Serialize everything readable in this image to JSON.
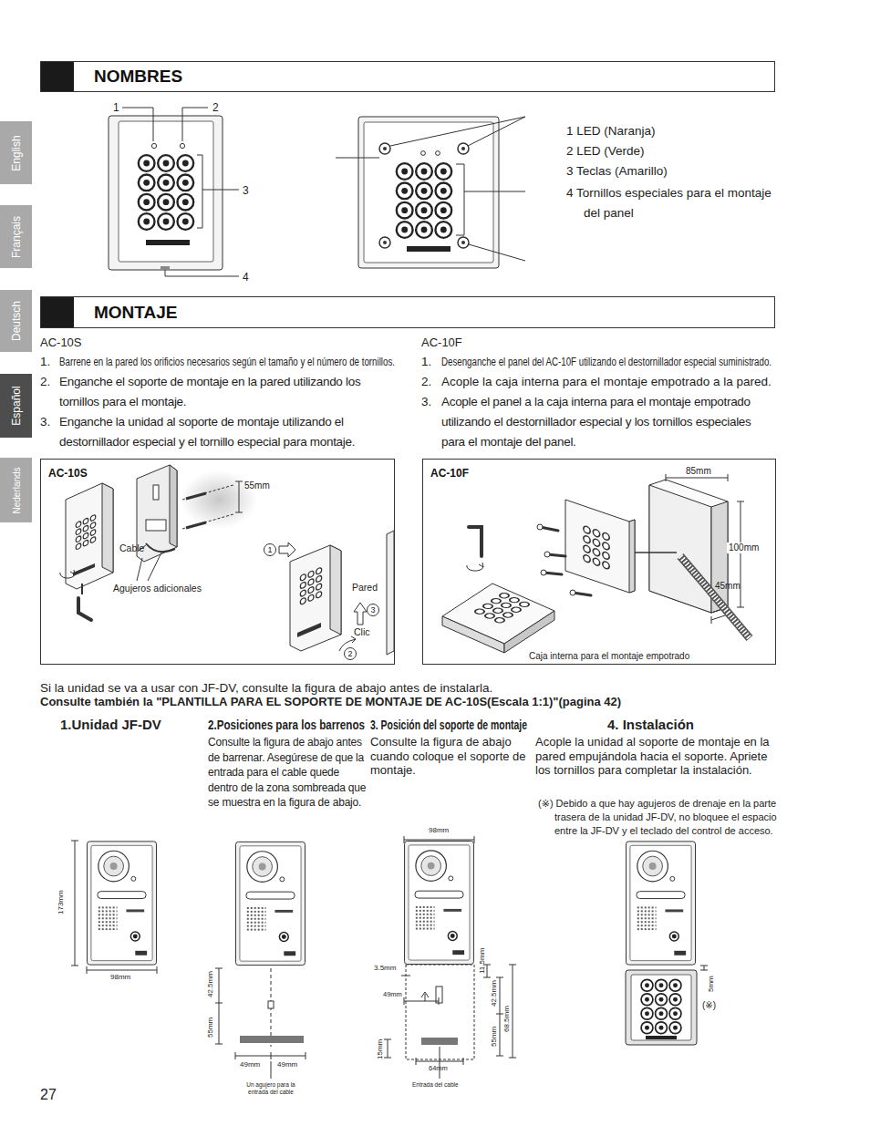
{
  "diagram": {
    "nodes": [
      {
        "text": [
          "NOMBRES"
        ]
      },
      {
        "text": [
          "English"
        ]
      },
      {
        "text": [
          "Français"
        ]
      },
      {
        "text": [
          "Deutsch"
        ]
      },
      {
        "text": [
          "Español"
        ]
      },
      {
        "text": [
          "Nederlands"
        ]
      },
      {
        "text": [
          "MONTAJE"
        ]
      },
      {
        "text": [
          "AC-10S"
        ]
      },
      {
        "text": [
          "AC-10F"
        ]
      }
    ],
    "labels": [
      "1",
      "2",
      "3",
      "4",
      "1 LED (Naranja)",
      "2 LED (Verde)",
      "3 Teclas (Amarillo)",
      "4 Tornillos especiales para el montaje del panel",
      "AC-10S",
      "1.",
      "Barrene en la pared los orificios necesarios según el tamaño y el número de tornillos.",
      "2.",
      "Enganche el soporte de montaje en la pared utilizando los tornillos para el montaje.",
      "3.",
      "Enganche la unidad al soporte de montaje utilizando el destornillador especial y el tornillo especial para montaje.",
      "AC-10F",
      "1.",
      "Desenganche el panel del AC-10F utilizando el destornillador especial suministrado.",
      "2.",
      "Acople la caja interna para el montaje empotrado a la pared.",
      "3.",
      "Acople el panel a la caja interna para el montaje empotrado utilizando el destornillador especial y los tornillos especiales para el montaje del panel.",
      "55mm",
      "Cable",
      "Agujeros adicionales",
      "1",
      "Pared",
      "3",
      "Clic",
      "2",
      "85mm",
      "100mm",
      "45mm",
      "Caja interna para el montaje empotrado",
      "Si la unidad se va a usar con JF-DV, consulte la figura de abajo antes de instalarla.",
      "Consulte también la \"PLANTILLA PARA EL SOPORTE DE MONTAJE DE AC-10S(Escala 1:1)\"(pagina 42)",
      "1.Unidad JF-DV",
      "2.Posiciones para los barrenos",
      "Consulte la figura de abajo antes de barrenar. Asegúrese de que la entrada para el cable quede dentro de la zona sombreada que se muestra en la figura de abajo.",
      "3. Posición del soporte de montaje",
      "Consulte la figura de abajo cuando coloque el soporte de montaje.",
      "4. Instalación",
      "Acople la unidad al soporte de montaje en la pared empujándola hacia el soporte. Apriete los tornillos para completar la instalación.",
      "(※) Debido a que hay agujeros de drenaje en la parte trasera de la unidad JF-DV, no bloquee el espacio entre la JF-DV y el teclado del control de acceso.",
      "173mm",
      "98mm",
      "42.5mm",
      "55mm",
      "49mm",
      "49mm",
      "Un agujero para la entrada del cable",
      "98mm",
      "3.5mm",
      "11.5mm",
      "49mm",
      "42.5mm",
      "55mm",
      "68.5mm",
      "15mm",
      "64mm",
      "Entrada del cable",
      "5mm",
      "(※)",
      "27"
    ]
  }
}
